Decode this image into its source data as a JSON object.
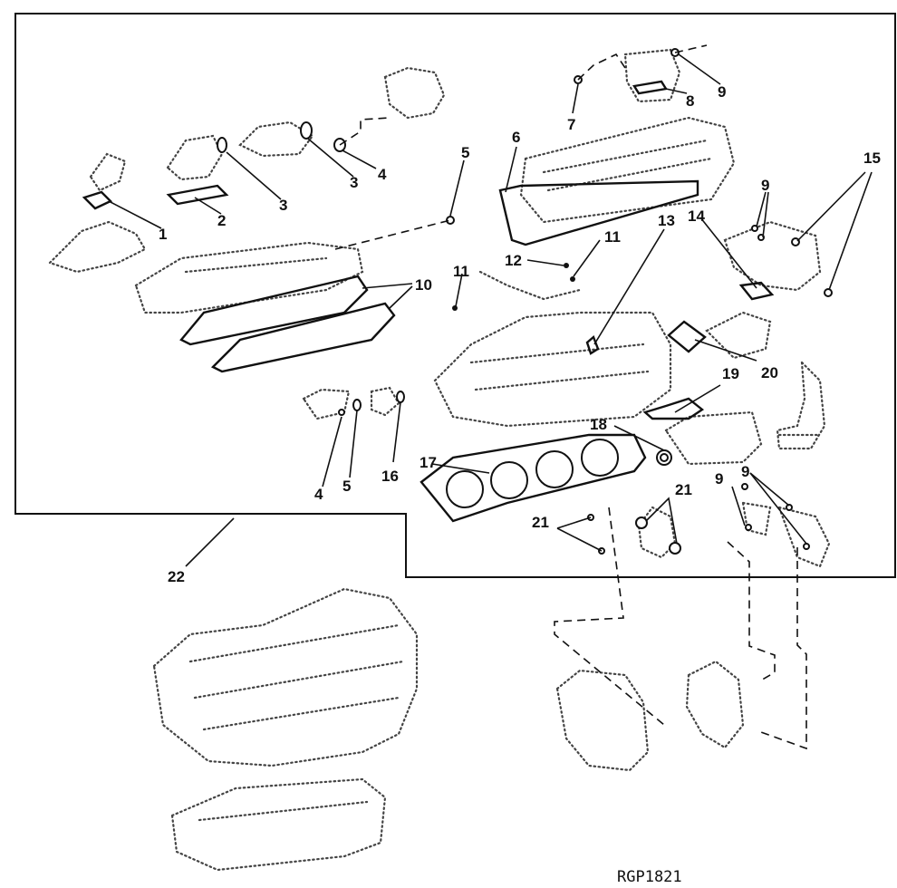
{
  "diagram_code": "RGP1821",
  "callouts": {
    "c1": "1",
    "c2": "2",
    "c3a": "3",
    "c3b": "3",
    "c4a": "4",
    "c4b": "4",
    "c5a": "5",
    "c5b": "5",
    "c6": "6",
    "c7": "7",
    "c8": "8",
    "c9a": "9",
    "c9b": "9",
    "c9c": "9",
    "c9d": "9",
    "c10": "10",
    "c11a": "11",
    "c11b": "11",
    "c12": "12",
    "c13": "13",
    "c14": "14",
    "c15": "15",
    "c16": "16",
    "c17": "17",
    "c18": "18",
    "c19": "19",
    "c20": "20",
    "c21a": "21",
    "c21b": "21",
    "c22": "22"
  }
}
